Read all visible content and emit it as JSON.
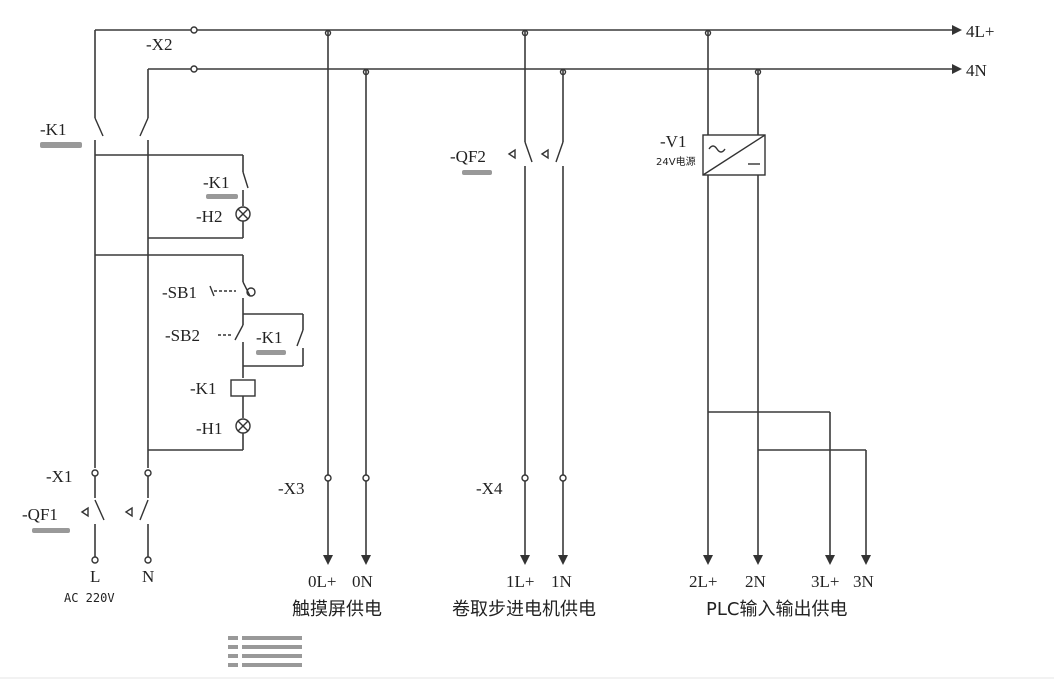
{
  "buses": {
    "bus_L": "4L+",
    "bus_N": "4N"
  },
  "terminals": {
    "x1": "-X1",
    "x2": "-X2",
    "x3": "-X3",
    "x4": "-X4"
  },
  "components": {
    "k1_main": "-K1",
    "k1_lamp": "-K1",
    "k1_hold": "-K1",
    "k1_coil": "-K1",
    "h2": "-H2",
    "h1": "-H1",
    "sb1": "-SB1",
    "sb2": "-SB2",
    "qf1": "-QF1",
    "qf2": "-QF2",
    "v1": "-V1",
    "v1_note": "24V电源"
  },
  "supply": {
    "L": "L",
    "N": "N",
    "ac": "AC 220V"
  },
  "outputs": {
    "ol": "0L+",
    "on": "0N",
    "l1": "1L+",
    "n1": "1N",
    "l2": "2L+",
    "n2": "2N",
    "l3": "3L+",
    "n3": "3N"
  },
  "captions": {
    "touch": "触摸屏供电",
    "stepper": "卷取步进电机供电",
    "plc": "PLC输入输出供电"
  }
}
